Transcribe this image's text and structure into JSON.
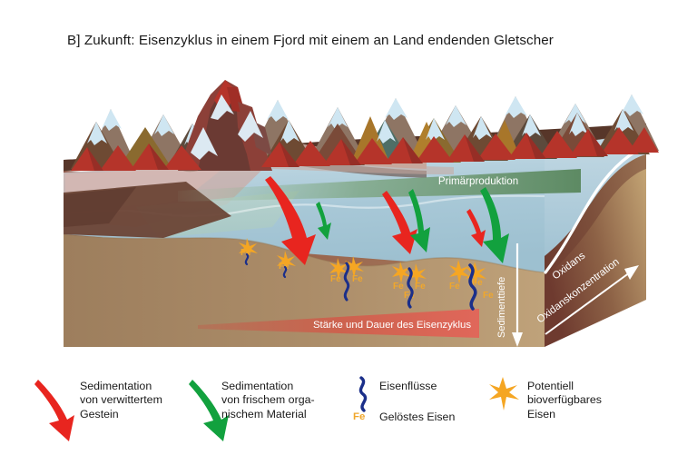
{
  "title": "B] Zukunft: Eisenzyklus in einem Fjord mit einem an Land endenden Gletscher",
  "diagram": {
    "banners": {
      "primary_production": "Primärproduktion",
      "iron_cycle_strength": "Stärke und Dauer des Eisenzyklus"
    },
    "axes": {
      "sediment_depth": "Sedimenttiefe",
      "oxidant": "Oxidans",
      "oxidant_concentration": "Oxidanskonzentration"
    },
    "fe_label": "Fe",
    "fe_clusters": [
      {
        "id": "cluster-1",
        "count": 1,
        "has_flux": true,
        "stars": 1
      },
      {
        "id": "cluster-2",
        "count": 1,
        "has_flux": true,
        "stars": 1
      },
      {
        "id": "cluster-3",
        "count": 2,
        "has_flux": true,
        "stars": 2
      },
      {
        "id": "cluster-4",
        "count": 2,
        "has_flux": true,
        "stars": 2
      },
      {
        "id": "cluster-5",
        "count": 3,
        "has_flux": true,
        "stars": 3
      }
    ],
    "red_arrows": [
      {
        "id": "red-arrow-large",
        "size": "large"
      },
      {
        "id": "red-arrow-medium",
        "size": "medium"
      },
      {
        "id": "red-arrow-small",
        "size": "small"
      }
    ],
    "green_arrows": [
      {
        "id": "green-arrow-small",
        "size": "small"
      },
      {
        "id": "green-arrow-medium",
        "size": "medium"
      },
      {
        "id": "green-arrow-large",
        "size": "large"
      }
    ]
  },
  "legend": {
    "items": [
      {
        "icon": "red-down-arrow-icon",
        "text": "Sedimentation von verwittertem Gestein",
        "lines": [
          "Sedimentation",
          "von verwittertem",
          "Gestein"
        ]
      },
      {
        "icon": "green-down-arrow-icon",
        "text": "Sedimentation von frischem organischem Material",
        "lines": [
          "Sedimentation",
          "von frischem orga-",
          "nischem Material"
        ]
      },
      {
        "icon": "iron-flux-squiggle-icon",
        "text": "Eisenflüsse",
        "lines": [
          "Eisenflüsse"
        ]
      },
      {
        "icon": "fe-text-icon",
        "text": "Gelöstes Eisen",
        "lines": [
          "Gelöstes Eisen"
        ],
        "icon_label": "Fe"
      },
      {
        "icon": "star-burst-icon",
        "text": "Potentiell bioverfügbares Eisen",
        "lines": [
          "Potentiell",
          "bioverfügbares",
          "Eisen"
        ]
      }
    ]
  },
  "colors": {
    "red_arrow": "#e8251f",
    "green_arrow": "#12a13e",
    "iron_blue": "#1b2f8a",
    "fe_orange": "#f0a72c",
    "water": "#a9c8d8",
    "sediment_top": "#a98a66",
    "sediment_face": "#8a5c48",
    "banner_green": "#6f9472",
    "banner_red": "#d9584a",
    "mountain_red": "#b5342a",
    "snow": "#cfe6f2"
  }
}
